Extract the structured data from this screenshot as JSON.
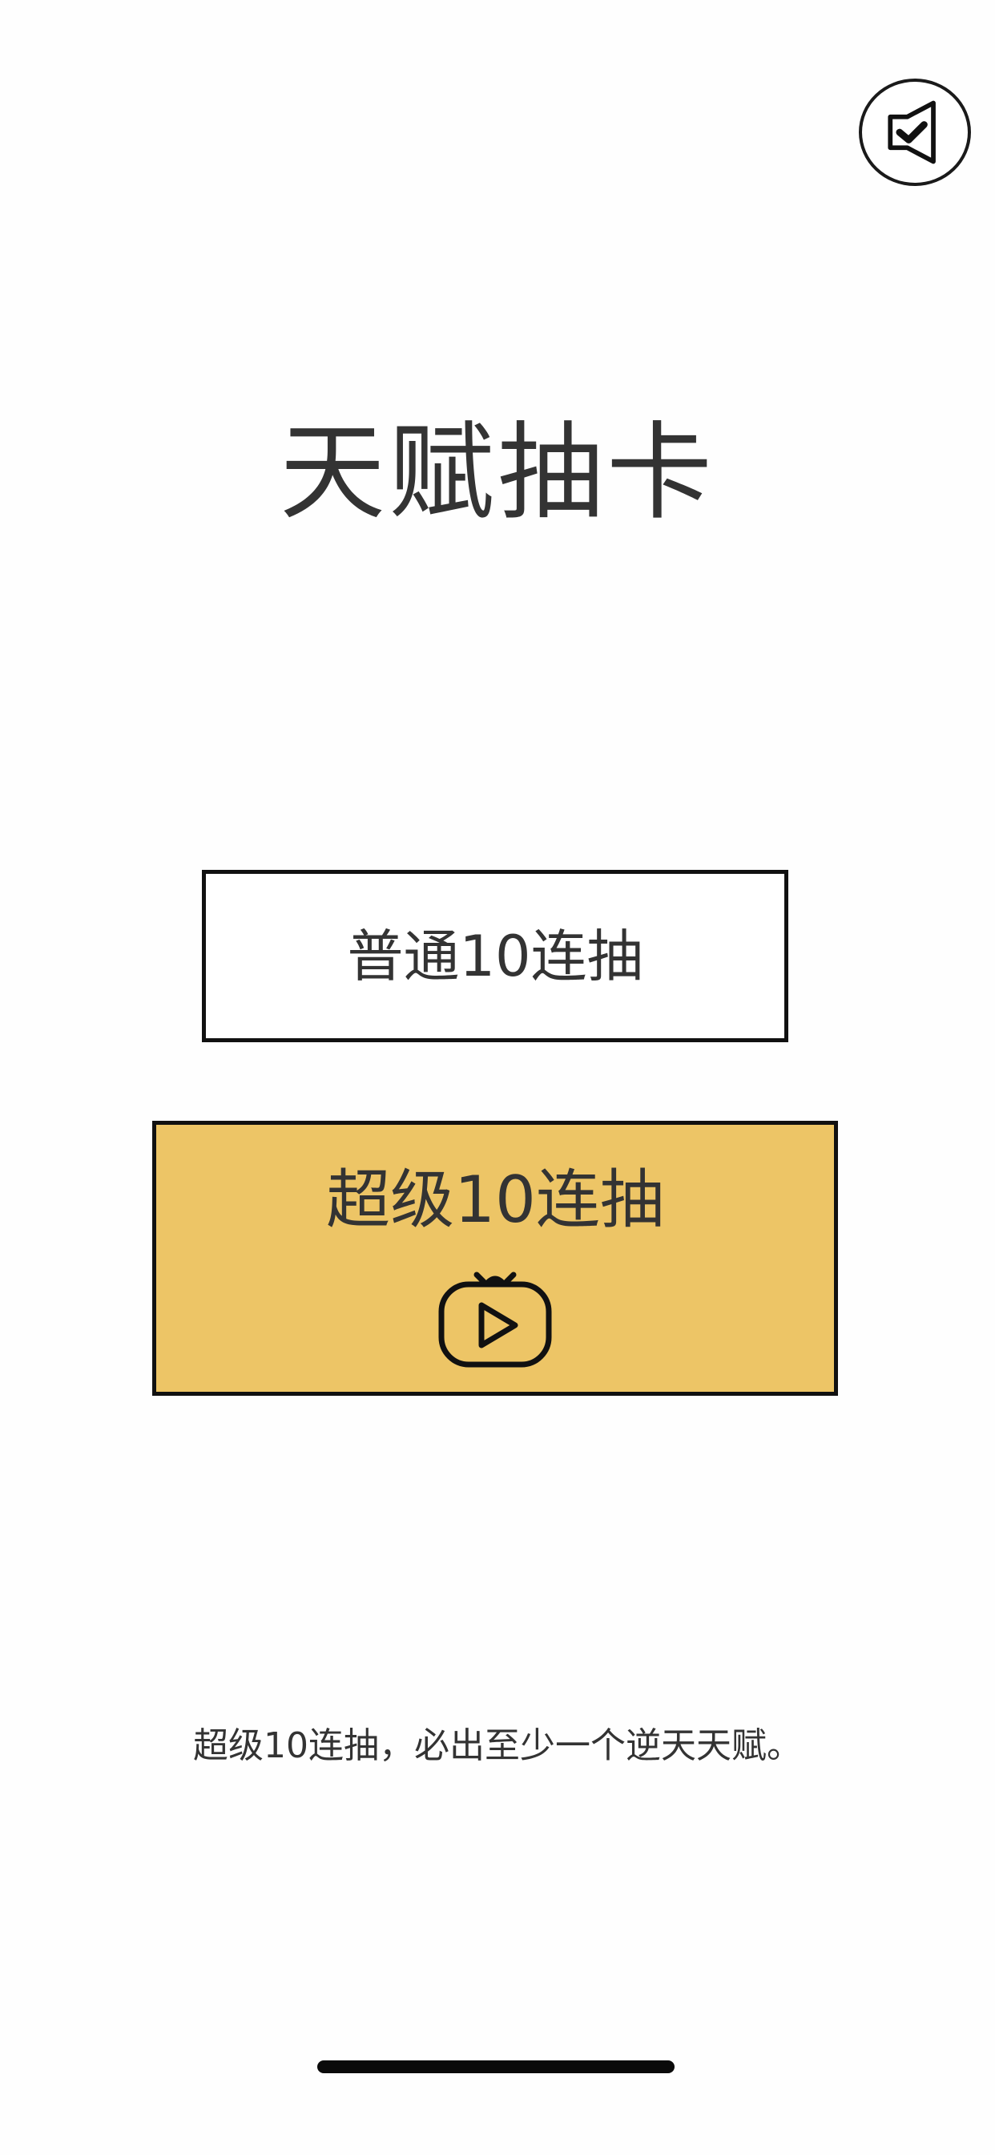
{
  "header": {
    "share_icon": "speaker-check-icon"
  },
  "title": "天赋抽卡",
  "buttons": {
    "normal_draw_label": "普通10连抽",
    "super_draw_label": "超级10连抽",
    "super_draw_icon": "video-play-icon"
  },
  "hint": "超级10连抽，必出至少一个逆天天赋。",
  "colors": {
    "super_button_bg": "#edc566",
    "text": "#333333",
    "border": "#111111"
  }
}
